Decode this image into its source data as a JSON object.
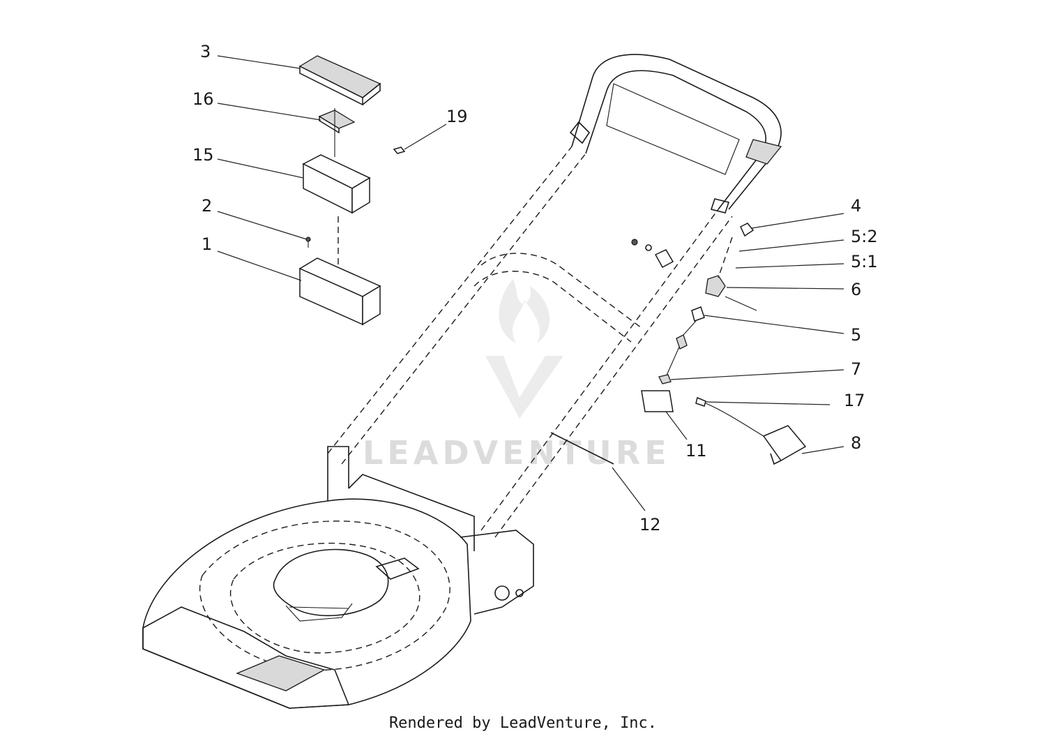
{
  "diagram": {
    "callouts": [
      "3",
      "16",
      "19",
      "15",
      "2",
      "1",
      "4",
      "5:2",
      "5:1",
      "6",
      "5",
      "7",
      "17",
      "8",
      "11",
      "12"
    ]
  },
  "watermark": {
    "text": "LEADVENTURE"
  },
  "footer": {
    "text": "Rendered by LeadVenture, Inc."
  }
}
